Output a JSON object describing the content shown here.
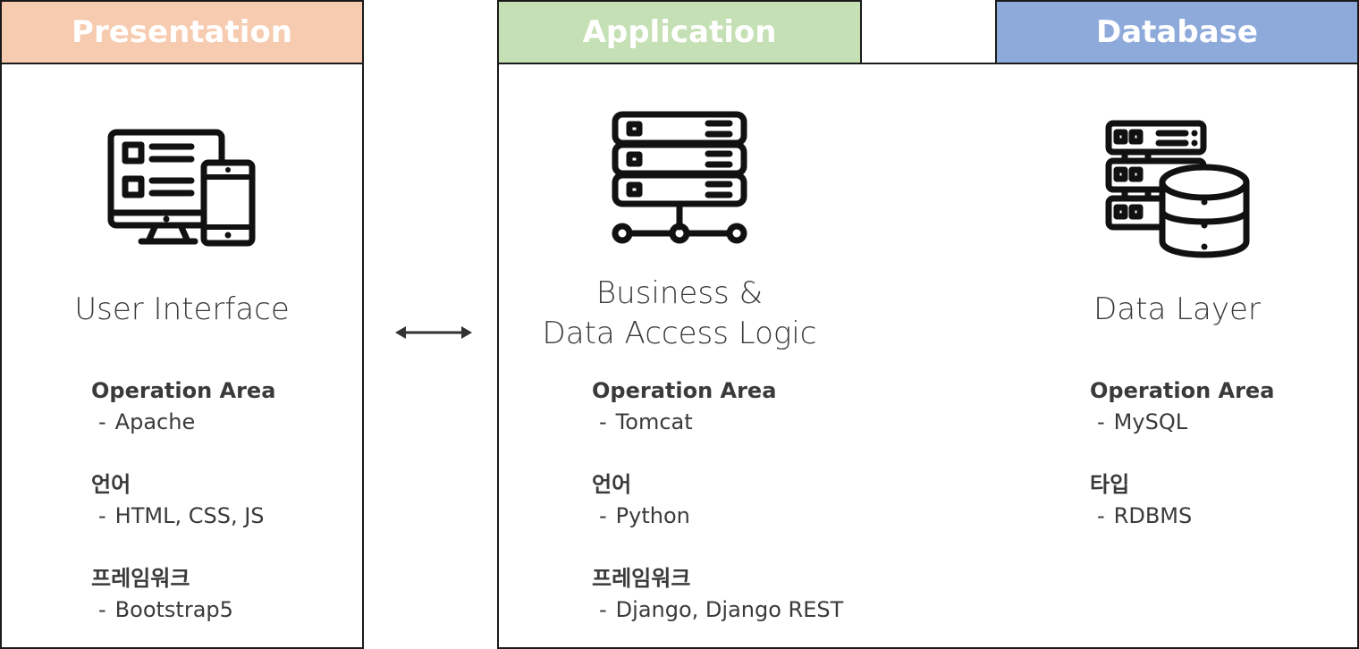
{
  "presentation": {
    "header": "Presentation",
    "header_color": "#f7cbb0",
    "icon": "monitor-mobile-icon",
    "title": "User Interface",
    "sections": [
      {
        "label": "Operation Area",
        "value": "Apache"
      },
      {
        "label": "언어",
        "value": "HTML, CSS, JS"
      },
      {
        "label": "프레임워크",
        "value": "Bootstrap5"
      }
    ]
  },
  "application": {
    "header": "Application",
    "header_color": "#c5e0b4",
    "icon": "server-network-icon",
    "title_line1": "Business &",
    "title_line2": "Data Access Logic",
    "sections": [
      {
        "label": "Operation Area",
        "value": "Tomcat"
      },
      {
        "label": "언어",
        "value": "Python"
      },
      {
        "label": "프레임워크",
        "value": "Django, Django REST"
      }
    ]
  },
  "database": {
    "header": "Database",
    "header_color": "#8eaadb",
    "icon": "server-database-icon",
    "title": "Data Layer",
    "sections": [
      {
        "label": "Operation Area",
        "value": "MySQL"
      },
      {
        "label": "타입",
        "value": "RDBMS"
      }
    ]
  },
  "connector": {
    "icon": "double-arrow-icon"
  }
}
